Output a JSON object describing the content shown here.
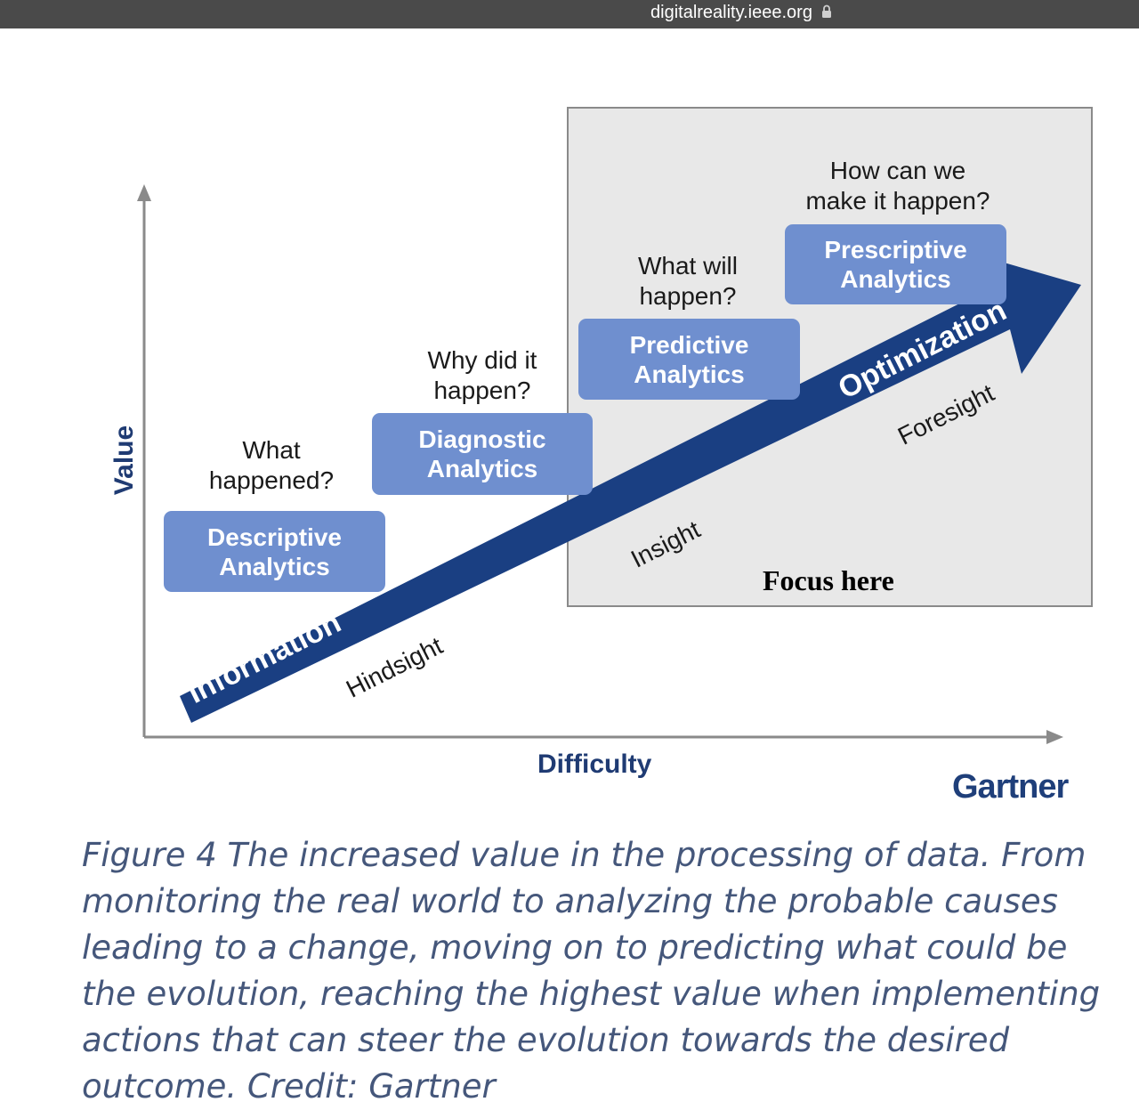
{
  "browser": {
    "url": "digitalreality.ieee.org"
  },
  "axes": {
    "y_label": "Value",
    "x_label": "Difficulty"
  },
  "stages": [
    {
      "name": "Descriptive Analytics",
      "line1": "Descriptive",
      "line2": "Analytics",
      "q1": "What",
      "q2": "happened?"
    },
    {
      "name": "Diagnostic Analytics",
      "line1": "Diagnostic",
      "line2": "Analytics",
      "q1": "Why did it",
      "q2": "happen?"
    },
    {
      "name": "Predictive Analytics",
      "line1": "Predictive",
      "line2": "Analytics",
      "q1": "What will",
      "q2": "happen?"
    },
    {
      "name": "Prescriptive Analytics",
      "line1": "Prescriptive",
      "line2": "Analytics",
      "q1": "How can we",
      "q2": "make it happen?"
    }
  ],
  "arrow": {
    "start_label": "Information",
    "end_label": "Optimization",
    "below_labels": [
      "Hindsight",
      "Insight",
      "Foresight"
    ]
  },
  "focus_label": "Focus here",
  "brand": "Gartner",
  "caption": "Figure 4 The increased value in the processing of data. From monitoring the real world to analyzing the probable causes leading to a change, moving on to predicting what could be the evolution, reaching the highest value when implementing actions that can steer the evolution towards the desired outcome. Credit: Gartner",
  "colors": {
    "arrow": "#1a3f82",
    "stage_box": "#6f8fcf",
    "focus_box": "#e8e8e8",
    "axis": "#8a8a8a"
  }
}
